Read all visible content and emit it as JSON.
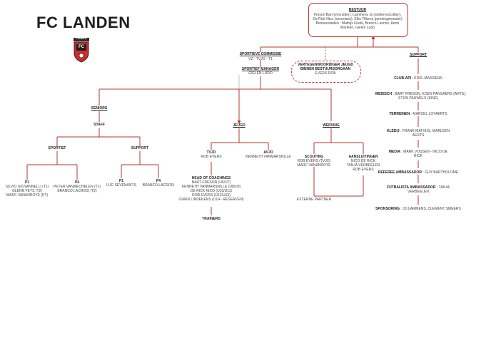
{
  "brand": {
    "name": "FC LANDEN",
    "badge_text": "LANDEN",
    "badge_letters": "FC"
  },
  "colors": {
    "accent": "#c0392b",
    "line": "#b03a2e",
    "text": "#333333"
  },
  "board": {
    "title": "BESTUUR",
    "lines": [
      "Freson Bart (voorzitter), Lammens Jo (ondervoorzitter),",
      "De Rick Nico (secretaris), Elke Tilkens (penningmeester)",
      "Bestuursleden : Mathijs Frank, Branco Lacroix, Aerts",
      "Marleen, Gielen Ludo"
    ]
  },
  "sport_commission": {
    "title": "SPORTIEVE COMMISSIE",
    "sub": "VZ - TVJO - T1"
  },
  "sport_manager": {
    "title": "SPORTIEF MANAGER",
    "name": "GIELEN LUDO"
  },
  "youth_rep": {
    "title_1": "VERTEGENWOORDIGER JEUGD",
    "title_2": "BINNEN BESTUURSORGAAN",
    "name": "EVERS ROB"
  },
  "seniors": {
    "title": "SENIORS",
    "staff": "STAFF",
    "sportief": "SPORTIEF",
    "support": "SUPPORT",
    "p1_left": {
      "label": "P1",
      "lines": [
        "SILVIO GIOVANNELLI (T1)",
        "GLENN FETS (T2)",
        "MARC VANANROYE (KT)"
      ]
    },
    "p4_left": {
      "label": "P4",
      "lines": [
        "PETER VANMECHELEN (T1)",
        "BRANCO LACROIX (T2)"
      ]
    },
    "p1_right": {
      "label": "P1",
      "lines": [
        "LUC SEVENANTS"
      ]
    },
    "p4_right": {
      "label": "P4",
      "lines": [
        "BRANCO LACROIX"
      ]
    }
  },
  "youth": {
    "title": "JEUGD",
    "tvjo": {
      "label": "TVJO",
      "name": "ROB EVERS"
    },
    "avjo": {
      "label": "AVJO",
      "name": "KENNETH VANMARSNILLE"
    },
    "head": {
      "label": "HEAD OF COACHINGS",
      "lines": [
        "BART FRESON (U6/U7)",
        "KENNETH VANMARSNILLE (U8/U9)",
        "DE RICK NICO (U10/U11)",
        "ROB EVERS (U12/U13)",
        "GWEN LINDEKENS (U14 - RESERVEN)"
      ]
    },
    "trainers": "TRAINERS"
  },
  "recruitment": {
    "title": "WERVING",
    "scouting": {
      "label": "SCOUTING",
      "lines": [
        "ROB EVERS (TVJO)",
        "MARC VANANROYE"
      ]
    },
    "aansluitingen": {
      "label": "AANSLUITINGEN",
      "lines": [
        "NICO DE RICK",
        "TANJA VERBEELEN",
        "ROB EVERS"
      ]
    },
    "external": "EXTERNE PARTNER"
  },
  "support": {
    "title": "SUPPORT",
    "items": [
      {
        "label": "CLUB-API",
        "lines": [
          "KRIS JANSSENS"
        ]
      },
      {
        "label": "MEDISCH",
        "lines": [
          "BART FRESON, KOEN PANSAERS (ARTS),",
          "STIJN PAUWELS (KINE)"
        ]
      },
      {
        "label": "TERREINEN",
        "lines": [
          "MARCEL LOYAERTS"
        ]
      },
      {
        "label": "KLEDIJ",
        "lines": [
          "FRANK MATHIJS, MARLEEN",
          "AERTS"
        ]
      },
      {
        "label": "MEDIA",
        "lines": [
          "MARK VOSSEN - NICO DE",
          "RICK"
        ]
      },
      {
        "label": "REFEREE AMBASSADOR",
        "lines": [
          "GUY BARTHOLOME"
        ]
      },
      {
        "label": "FUTBALISTA AMBASSADOR",
        "lines": [
          "TANJA",
          "VERBEELEN"
        ]
      },
      {
        "label": "SPONSORING",
        "lines": [
          "JO LAMMENS, CLEMENT SMEERS"
        ]
      }
    ]
  }
}
